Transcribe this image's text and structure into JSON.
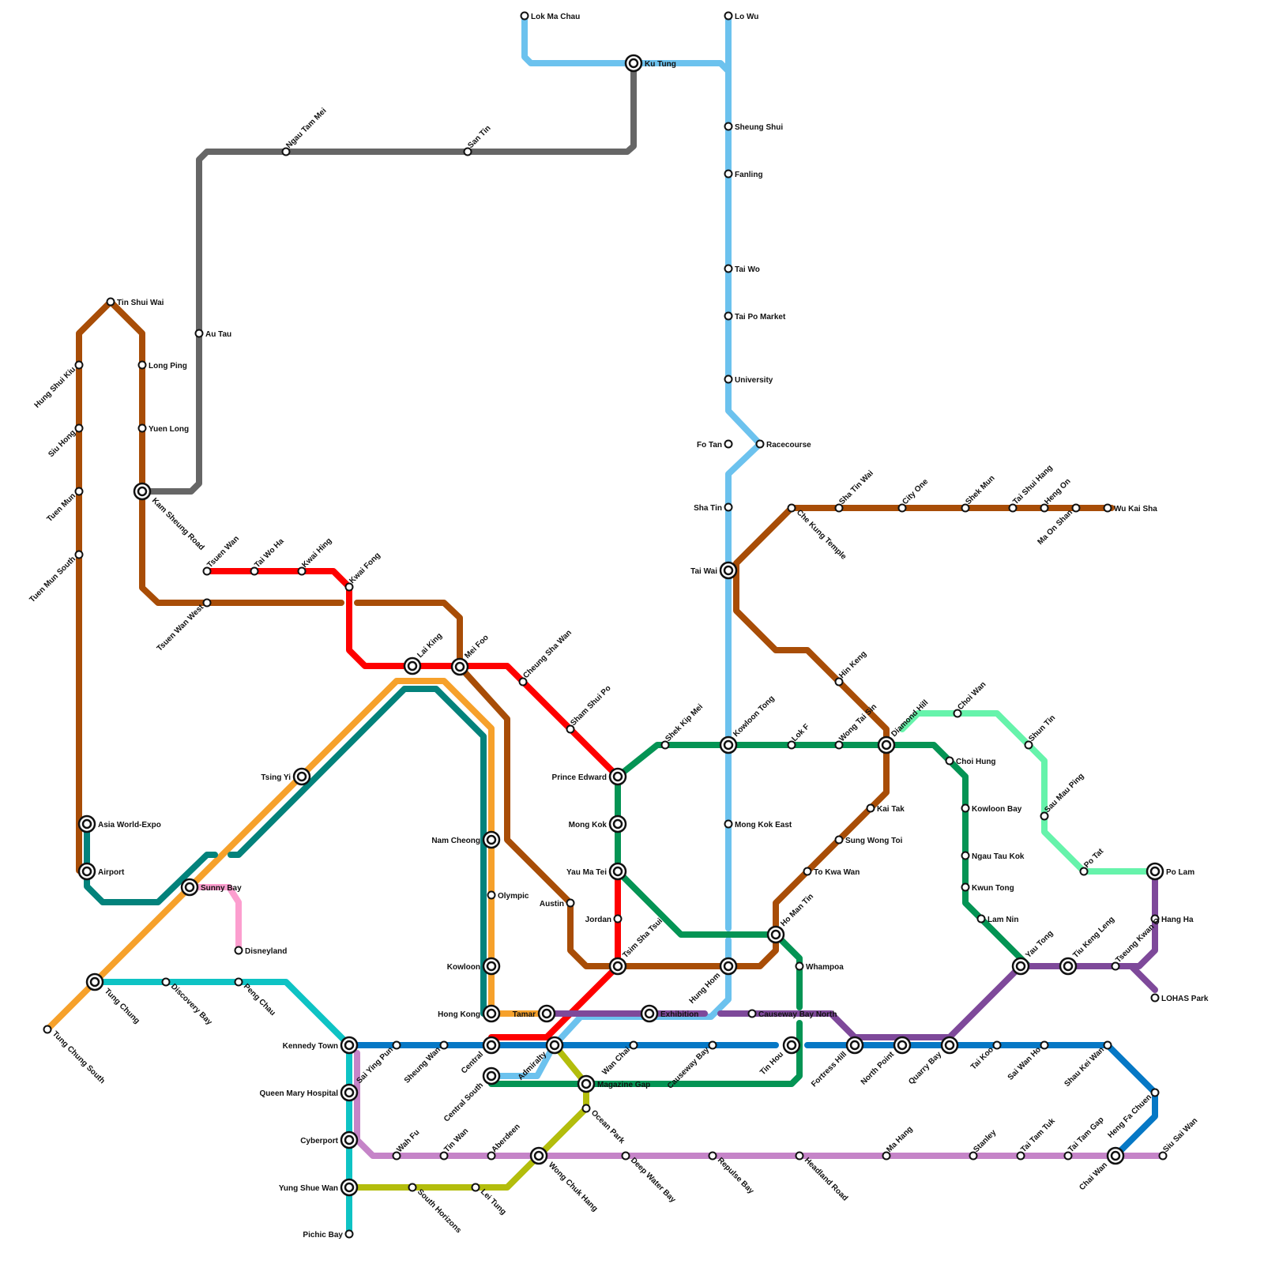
{
  "lines": [
    {
      "id": "grey",
      "color": "#666666"
    },
    {
      "id": "lightblue",
      "color": "#6cc2ee"
    },
    {
      "id": "brown",
      "color": "#a84d07"
    },
    {
      "id": "red",
      "color": "#fe0000"
    },
    {
      "id": "orange",
      "color": "#f6a12b"
    },
    {
      "id": "teal",
      "color": "#03827b"
    },
    {
      "id": "cyan",
      "color": "#0ec3c4"
    },
    {
      "id": "pink",
      "color": "#fc9ecf"
    },
    {
      "id": "green",
      "color": "#049454"
    },
    {
      "id": "mint",
      "color": "#66f3ab"
    },
    {
      "id": "purple",
      "color": "#7e499a"
    },
    {
      "id": "blue",
      "color": "#0678c5"
    },
    {
      "id": "lilac",
      "color": "#c584c8"
    },
    {
      "id": "olive",
      "color": "#b3bd0c"
    }
  ],
  "stations": [
    {
      "id": "lok-ma-chau",
      "name": "Lok Ma Chau",
      "type": "stop"
    },
    {
      "id": "ku-tung",
      "name": "Ku Tung",
      "type": "interchange"
    },
    {
      "id": "lo-wu",
      "name": "Lo Wu",
      "type": "stop"
    },
    {
      "id": "sheung-shui",
      "name": "Sheung Shui",
      "type": "stop"
    },
    {
      "id": "fanling",
      "name": "Fanling",
      "type": "stop"
    },
    {
      "id": "tai-wo",
      "name": "Tai Wo",
      "type": "stop"
    },
    {
      "id": "tai-po-market",
      "name": "Tai Po Market",
      "type": "stop"
    },
    {
      "id": "university",
      "name": "University",
      "type": "stop"
    },
    {
      "id": "fo-tan",
      "name": "Fo Tan",
      "type": "stop"
    },
    {
      "id": "racecourse",
      "name": "Racecourse",
      "type": "stop"
    },
    {
      "id": "sha-tin",
      "name": "Sha Tin",
      "type": "stop"
    },
    {
      "id": "tai-wai",
      "name": "Tai Wai",
      "type": "interchange"
    },
    {
      "id": "kowloon-tong",
      "name": "Kowloon Tong",
      "type": "interchange"
    },
    {
      "id": "mong-kok-east",
      "name": "Mong Kok East",
      "type": "stop"
    },
    {
      "id": "hung-hom",
      "name": "Hung Hom",
      "type": "interchange"
    },
    {
      "id": "exhibition",
      "name": "Exhibition",
      "type": "interchange"
    },
    {
      "id": "admiralty",
      "name": "Admiralty",
      "type": "interchange"
    },
    {
      "id": "ngau-tam-mei",
      "name": "Ngau Tam Mei",
      "type": "stop"
    },
    {
      "id": "san-tin",
      "name": "San Tin",
      "type": "stop"
    },
    {
      "id": "au-tau",
      "name": "Au Tau",
      "type": "stop"
    },
    {
      "id": "kam-sheung-road",
      "name": "Kam Sheung Road",
      "type": "interchange"
    },
    {
      "id": "tin-shui-wai",
      "name": "Tin Shui Wai",
      "type": "stop"
    },
    {
      "id": "long-ping",
      "name": "Long Ping",
      "type": "stop"
    },
    {
      "id": "yuen-long",
      "name": "Yuen Long",
      "type": "stop"
    },
    {
      "id": "hung-shui-kiu",
      "name": "Hung Shui Kiu",
      "type": "stop"
    },
    {
      "id": "siu-hong",
      "name": "Siu Hong",
      "type": "stop"
    },
    {
      "id": "tuen-mun",
      "name": "Tuen Mun",
      "type": "stop"
    },
    {
      "id": "tuen-mun-south",
      "name": "Tuen Mun South",
      "type": "stop"
    },
    {
      "id": "tsuen-wan-west",
      "name": "Tsuen Wan West",
      "type": "stop"
    },
    {
      "id": "mei-foo",
      "name": "Mei Foo",
      "type": "interchange"
    },
    {
      "id": "austin",
      "name": "Austin",
      "type": "stop"
    },
    {
      "id": "tsim-sha-tsui",
      "name": "Tsim Sha Tsui",
      "type": "interchange"
    },
    {
      "id": "ho-man-tin",
      "name": "Ho Man Tin",
      "type": "interchange"
    },
    {
      "id": "to-kwa-wan",
      "name": "To Kwa Wan",
      "type": "stop"
    },
    {
      "id": "sung-wong-toi",
      "name": "Sung Wong Toi",
      "type": "stop"
    },
    {
      "id": "kai-tak",
      "name": "Kai Tak",
      "type": "stop"
    },
    {
      "id": "diamond-hill",
      "name": "Diamond Hill",
      "type": "interchange"
    },
    {
      "id": "hin-keng",
      "name": "Hin Keng",
      "type": "stop"
    },
    {
      "id": "che-kung-temple",
      "name": "Che Kung Temple",
      "type": "stop"
    },
    {
      "id": "sha-tin-wai",
      "name": "Sha Tin Wai",
      "type": "stop"
    },
    {
      "id": "city-one",
      "name": "City One",
      "type": "stop"
    },
    {
      "id": "shek-mun",
      "name": "Shek Mun",
      "type": "stop"
    },
    {
      "id": "tai-shui-hang",
      "name": "Tai Shui Hang",
      "type": "stop"
    },
    {
      "id": "heng-on",
      "name": "Heng On",
      "type": "stop"
    },
    {
      "id": "ma-on-shan",
      "name": "Ma On Shan",
      "type": "stop"
    },
    {
      "id": "wu-kai-sha",
      "name": "Wu Kai Sha",
      "type": "stop"
    },
    {
      "id": "tsuen-wan",
      "name": "Tsuen Wan",
      "type": "stop"
    },
    {
      "id": "tai-wo-hau",
      "name": "Tai Wo Ha",
      "type": "stop"
    },
    {
      "id": "kwai-hing",
      "name": "Kwai Hing",
      "type": "stop"
    },
    {
      "id": "kwai-fong",
      "name": "Kwai Fong",
      "type": "stop"
    },
    {
      "id": "lai-king",
      "name": "Lai King",
      "type": "interchange"
    },
    {
      "id": "cheung-sha-wan",
      "name": "Cheung Sha Wan",
      "type": "stop"
    },
    {
      "id": "sham-shui-po",
      "name": "Sham Shui Po",
      "type": "stop"
    },
    {
      "id": "prince-edward",
      "name": "Prince Edward",
      "type": "interchange"
    },
    {
      "id": "mong-kok",
      "name": "Mong Kok",
      "type": "interchange"
    },
    {
      "id": "yau-ma-tei",
      "name": "Yau Ma Tei",
      "type": "interchange"
    },
    {
      "id": "jordan",
      "name": "Jordan",
      "type": "stop"
    },
    {
      "id": "central",
      "name": "Central",
      "type": "interchange"
    },
    {
      "id": "tsing-yi",
      "name": "Tsing Yi",
      "type": "interchange"
    },
    {
      "id": "asia-world-expo",
      "name": "Asia World-Expo",
      "type": "interchange"
    },
    {
      "id": "airport",
      "name": "Airport",
      "type": "interchange"
    },
    {
      "id": "sunny-bay",
      "name": "Sunny Bay",
      "type": "interchange"
    },
    {
      "id": "disneyland",
      "name": "Disneyland",
      "type": "stop"
    },
    {
      "id": "tung-chung",
      "name": "Tung Chung",
      "type": "interchange"
    },
    {
      "id": "tung-chung-south",
      "name": "Tung Chung South",
      "type": "stop"
    },
    {
      "id": "nam-cheong",
      "name": "Nam Cheong",
      "type": "interchange"
    },
    {
      "id": "olympic",
      "name": "Olympic",
      "type": "stop"
    },
    {
      "id": "kowloon",
      "name": "Kowloon",
      "type": "interchange"
    },
    {
      "id": "hong-kong",
      "name": "Hong Kong",
      "type": "interchange"
    },
    {
      "id": "tamar",
      "name": "Tamar",
      "type": "interchange"
    },
    {
      "id": "discovery-bay",
      "name": "Discovery Bay",
      "type": "stop"
    },
    {
      "id": "peng-chau",
      "name": "Peng Chau",
      "type": "stop"
    },
    {
      "id": "kennedy-town",
      "name": "Kennedy Town",
      "type": "interchange"
    },
    {
      "id": "queen-mary-hospital",
      "name": "Queen Mary Hospital",
      "type": "interchange"
    },
    {
      "id": "cyberport",
      "name": "Cyberport",
      "type": "interchange"
    },
    {
      "id": "yung-shue-wan",
      "name": "Yung Shue Wan",
      "type": "interchange"
    },
    {
      "id": "pichic-bay",
      "name": "Pichic Bay",
      "type": "stop"
    },
    {
      "id": "sai-ying-pun",
      "name": "Sai Ying Pun",
      "type": "stop"
    },
    {
      "id": "sheung-wan",
      "name": "Sheung Wan",
      "type": "stop"
    },
    {
      "id": "wan-chai",
      "name": "Wan Chai",
      "type": "stop"
    },
    {
      "id": "causeway-bay",
      "name": "Causeway Bay",
      "type": "stop"
    },
    {
      "id": "tin-hau",
      "name": "Tin Hou",
      "type": "interchange"
    },
    {
      "id": "fortress-hill",
      "name": "Fortress Hill",
      "type": "interchange"
    },
    {
      "id": "north-point",
      "name": "North Point",
      "type": "interchange"
    },
    {
      "id": "quarry-bay",
      "name": "Quarry Bay",
      "type": "interchange"
    },
    {
      "id": "tai-koo",
      "name": "Tai Koo",
      "type": "stop"
    },
    {
      "id": "sai-wan-ho",
      "name": "Sai Wan Ho",
      "type": "stop"
    },
    {
      "id": "shau-kei-wan",
      "name": "Shau Kei Wan",
      "type": "stop"
    },
    {
      "id": "heng-fa-chuen",
      "name": "Heng Fa Chuen",
      "type": "stop"
    },
    {
      "id": "chai-wan",
      "name": "Chai Wan",
      "type": "interchange"
    },
    {
      "id": "causeway-bay-north",
      "name": "Causeway Bay North",
      "type": "stop"
    },
    {
      "id": "central-south",
      "name": "Central South",
      "type": "interchange"
    },
    {
      "id": "magazine-gap",
      "name": "Magazine Gap",
      "type": "interchange"
    },
    {
      "id": "ocean-park",
      "name": "Ocean Park",
      "type": "stop"
    },
    {
      "id": "wong-chuk-hang",
      "name": "Wong Chuk Hang",
      "type": "interchange"
    },
    {
      "id": "south-horizons",
      "name": "South Horizons",
      "type": "stop"
    },
    {
      "id": "lei-tung",
      "name": "Lei Tung",
      "type": "stop"
    },
    {
      "id": "wah-fu",
      "name": "Wah Fu",
      "type": "stop"
    },
    {
      "id": "tin-wan",
      "name": "Tin Wan",
      "type": "stop"
    },
    {
      "id": "aberdeen",
      "name": "Aberdeen",
      "type": "stop"
    },
    {
      "id": "deep-water-bay",
      "name": "Deep Water Bay",
      "type": "stop"
    },
    {
      "id": "repulse-bay",
      "name": "Repulse Bay",
      "type": "stop"
    },
    {
      "id": "headland-road",
      "name": "Headland Road",
      "type": "stop"
    },
    {
      "id": "ma-hang",
      "name": "Ma Hang",
      "type": "stop"
    },
    {
      "id": "stanley",
      "name": "Stanley",
      "type": "stop"
    },
    {
      "id": "tai-tam-tuk",
      "name": "Tai Tam Tuk",
      "type": "stop"
    },
    {
      "id": "tai-tam-gap",
      "name": "Tai Tam Gap",
      "type": "stop"
    },
    {
      "id": "siu-sai-wan",
      "name": "Siu Sai Wan",
      "type": "stop"
    },
    {
      "id": "shek-kip-mei",
      "name": "Shek Kip Mei",
      "type": "stop"
    },
    {
      "id": "lok-fu",
      "name": "Lok F",
      "type": "stop"
    },
    {
      "id": "wong-tai-sin",
      "name": "Wong Tai Sin",
      "type": "stop"
    },
    {
      "id": "choi-hung",
      "name": "Choi Hung",
      "type": "stop"
    },
    {
      "id": "kowloon-bay",
      "name": "Kowloon Bay",
      "type": "stop"
    },
    {
      "id": "ngau-tau-kok",
      "name": "Ngau Tau Kok",
      "type": "stop"
    },
    {
      "id": "kwun-tong",
      "name": "Kwun Tong",
      "type": "stop"
    },
    {
      "id": "lam-nin",
      "name": "Lam Nin",
      "type": "stop"
    },
    {
      "id": "yau-tong",
      "name": "Yau Tong",
      "type": "interchange"
    },
    {
      "id": "tiu-keng-leng",
      "name": "Tiu Keng Leng",
      "type": "interchange"
    },
    {
      "id": "whampoa",
      "name": "Whampoa",
      "type": "stop"
    },
    {
      "id": "choi-wan",
      "name": "Choi Wan",
      "type": "stop"
    },
    {
      "id": "shun-tin",
      "name": "Shun Tin",
      "type": "stop"
    },
    {
      "id": "sau-mau-ping",
      "name": "Sau Mau Ping",
      "type": "stop"
    },
    {
      "id": "po-tat",
      "name": "Po Tat",
      "type": "stop"
    },
    {
      "id": "po-lam",
      "name": "Po Lam",
      "type": "interchange"
    },
    {
      "id": "hang-hau",
      "name": "Hang Ha",
      "type": "stop"
    },
    {
      "id": "tseung-kwan-o",
      "name": "Tseung Kwan O",
      "type": "stop"
    },
    {
      "id": "lohas-park",
      "name": "LOHAS Park",
      "type": "stop"
    }
  ]
}
